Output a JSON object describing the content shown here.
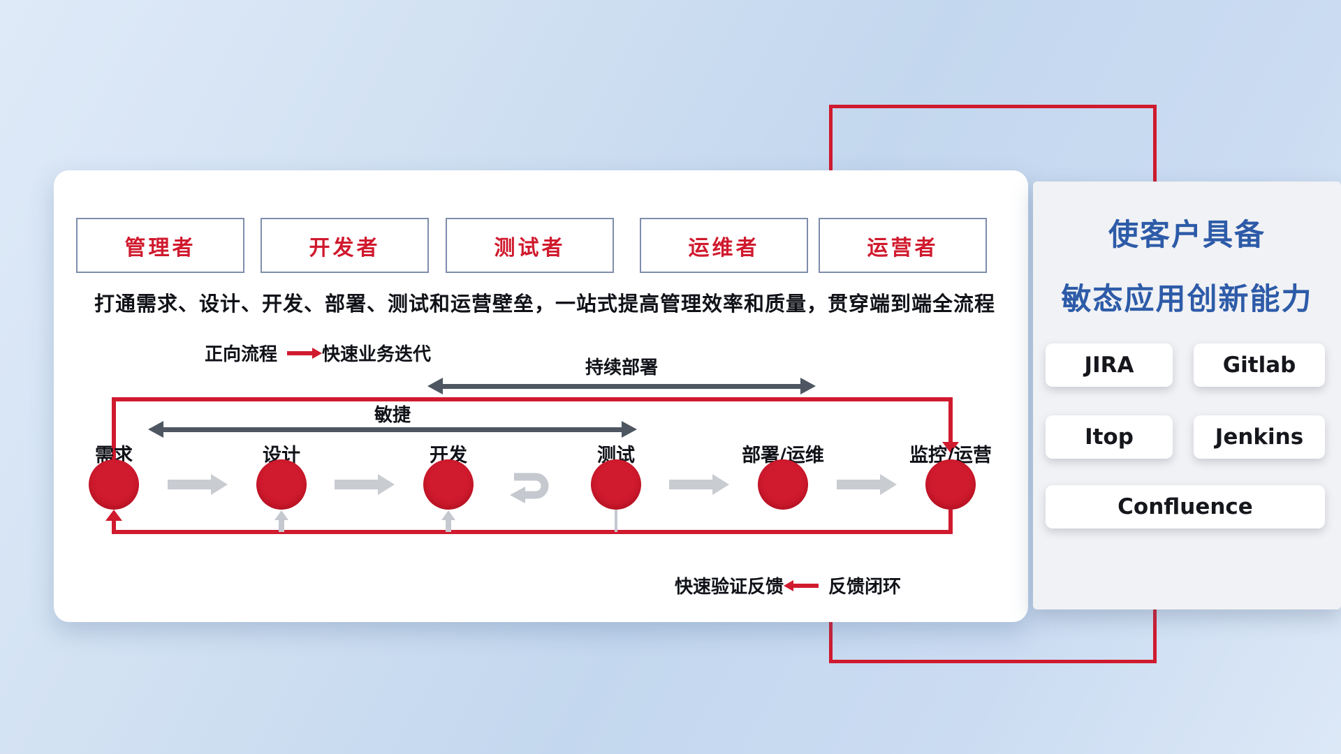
{
  "colors": {
    "red": "#d01a2e",
    "blue_title": "#2d5ba8",
    "dark_arrow": "#4d5661",
    "light_arrow": "#c9ccd1"
  },
  "roles": [
    "管理者",
    "开发者",
    "测试者",
    "运维者",
    "运营者"
  ],
  "headline": "打通需求、设计、开发、部署、测试和运营壁垒，一站式提高管理效率和质量，贯穿端到端全流程",
  "legend_forward": {
    "label": "正向流程",
    "value": "快速业务迭代"
  },
  "legend_feedback": {
    "label": "快速验证反馈",
    "value": "反馈闭环"
  },
  "spans": {
    "deploy": "持续部署",
    "agile": "敏捷"
  },
  "stages": [
    "需求",
    "设计",
    "开发",
    "测试",
    "部署/运维",
    "监控/运营"
  ],
  "panel": {
    "title_line1": "使客户具备",
    "title_line2": "敏态应用创新能力",
    "tools": [
      "JIRA",
      "Gitlab",
      "Itop",
      "Jenkins",
      "Confluence"
    ]
  }
}
